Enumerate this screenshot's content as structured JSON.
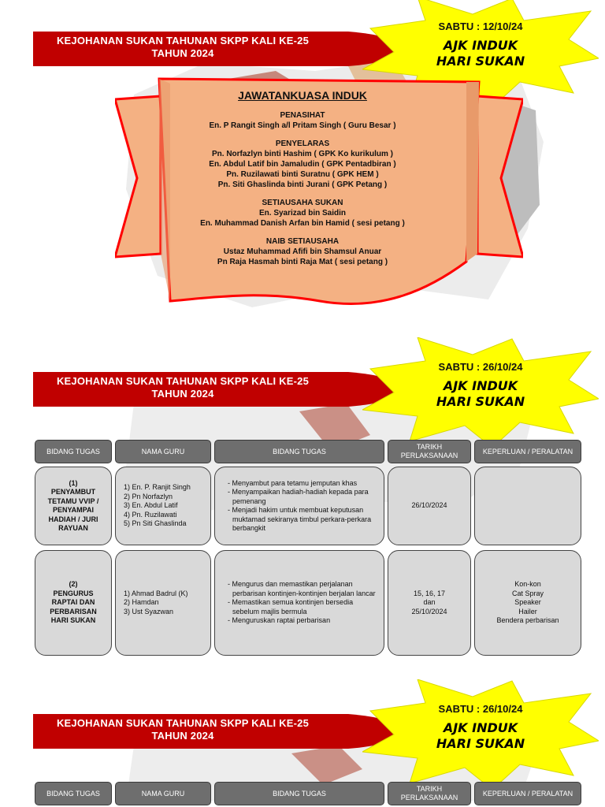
{
  "banner_text": [
    "KEJOHANAN SUKAN TAHUNAN SKPP KALI KE-25",
    "TAHUN 2024"
  ],
  "sections": [
    {
      "date": "SABTU : 12/10/24",
      "title_lines": [
        "AJK INDUK",
        "HARI SUKAN"
      ]
    },
    {
      "date": "SABTU : 26/10/24",
      "title_lines": [
        "AJK INDUK",
        "HARI SUKAN"
      ]
    },
    {
      "date": "SABTU : 26/10/24",
      "title_lines": [
        "AJK INDUK",
        "HARI SUKAN"
      ]
    }
  ],
  "committee": {
    "title": "JAWATANKUASA INDUK",
    "groups": [
      {
        "role": "PENASIHAT",
        "members": [
          "En. P Rangit Singh a/l Pritam Singh ( Guru Besar )"
        ]
      },
      {
        "role": "PENYELARAS",
        "members": [
          "Pn. Norfazlyn binti Hashim ( GPK Ko kurikulum )",
          "En. Abdul Latif bin Jamaludin ( GPK Pentadbiran )",
          "Pn. Ruzilawati binti Suratnu  ( GPK HEM )",
          "Pn. Siti Ghaslinda binti Jurani ( GPK Petang )"
        ]
      },
      {
        "role": "SETIAUSAHA SUKAN",
        "members": [
          "En. Syarizad bin Saidin",
          "En. Muhammad Danish Arfan bin Hamid ( sesi petang )"
        ]
      },
      {
        "role": "NAIB SETIAUSAHA",
        "members": [
          "Ustaz Muhammad Afifi bin Shamsul Anuar",
          "Pn Raja Hasmah binti Raja Mat ( sesi petang )"
        ]
      }
    ]
  },
  "table_headers": [
    "BIDANG TUGAS",
    "NAMA GURU",
    "BIDANG TUGAS",
    "TARIKH PERLAKSANAAN",
    "KEPERLUAN / PERALATAN"
  ],
  "rows": [
    {
      "bidang": [
        "(1)",
        "PENYAMBUT",
        "TETAMU VVIP /",
        "PENYAMPAI",
        "HADIAH / JURI",
        "RAYUAN"
      ],
      "guru": [
        "1) En. P. Ranjit Singh",
        "2) Pn Norfazlyn",
        "3) En. Abdul Latif",
        "4) Pn. Ruzilawati",
        "5) Pn Siti Ghaslinda"
      ],
      "tugas": [
        "- Menyambut para tetamu jemputan khas",
        "- Menyampaikan hadiah-hadiah kepada para pemenang",
        "- Menjadi hakim untuk membuat keputusan muktamad sekiranya timbul perkara-perkara berbangkit"
      ],
      "tarikh": [
        "26/10/2024"
      ],
      "keperluan": []
    },
    {
      "bidang": [
        "(2)",
        "PENGURUS",
        "RAPTAI DAN",
        "PERBARISAN",
        "HARI SUKAN"
      ],
      "guru": [
        "1) Ahmad Badrul (K)",
        "2) Hamdan",
        "3) Ust Syazwan"
      ],
      "tugas": [
        "- Mengurus dan memastikan perjalanan perbarisan kontinjen-kontinjen berjalan lancar",
        "- Memastikan semua kontinjen bersedia sebelum majlis bermula",
        "- Menguruskan raptai perbarisan"
      ],
      "tarikh": [
        "15, 16, 17",
        "dan",
        "25/10/2024"
      ],
      "keperluan": [
        "Kon-kon",
        "Cat Spray",
        "Speaker",
        "Hailer",
        "Bendera perbarisan"
      ]
    }
  ]
}
